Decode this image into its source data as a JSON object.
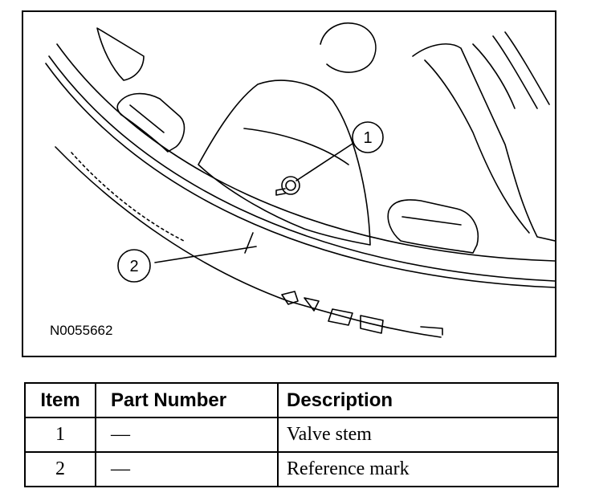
{
  "figure": {
    "id": "N0055662",
    "callouts": [
      {
        "number": "1",
        "target": "valve stem"
      },
      {
        "number": "2",
        "target": "reference mark"
      }
    ]
  },
  "table": {
    "headers": [
      "Item",
      "Part Number",
      "Description"
    ],
    "rows": [
      {
        "item": "1",
        "part_number": "—",
        "description": "Valve stem"
      },
      {
        "item": "2",
        "part_number": "—",
        "description": "Reference mark"
      }
    ]
  }
}
